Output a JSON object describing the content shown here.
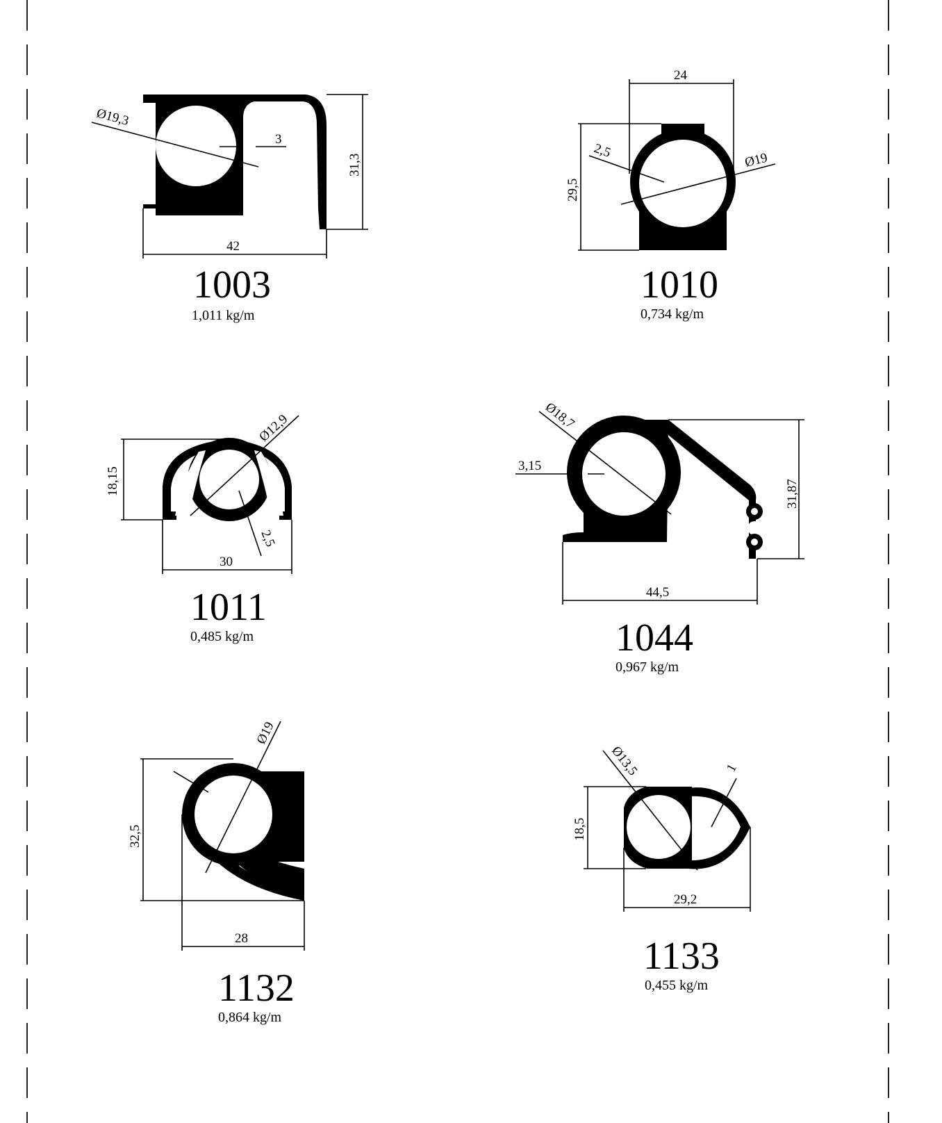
{
  "profiles": [
    {
      "code": "1003",
      "weight": "1,011 kg/m",
      "dims": {
        "diameter": "Ø19,3",
        "wall": "3",
        "height": "31,3",
        "width": "42"
      }
    },
    {
      "code": "1010",
      "weight": "0,734 kg/m",
      "dims": {
        "top": "24",
        "wall": "2,5",
        "diameter": "Ø19",
        "height": "29,5"
      }
    },
    {
      "code": "1011",
      "weight": "0,485 kg/m",
      "dims": {
        "diameter": "Ø12,9",
        "height": "18,15",
        "wall": "2,5",
        "width": "30"
      }
    },
    {
      "code": "1044",
      "weight": "0,967 kg/m",
      "dims": {
        "diameter": "Ø18,7",
        "wall": "3,15",
        "height": "31,87",
        "width": "44,5"
      }
    },
    {
      "code": "1132",
      "weight": "0,864 kg/m",
      "dims": {
        "diameter": "Ø19",
        "height": "32,5",
        "width": "28"
      }
    },
    {
      "code": "1133",
      "weight": "0,455 kg/m",
      "dims": {
        "diameter": "Ø13,5",
        "wall": "1",
        "height": "18,5",
        "width": "29,2"
      }
    }
  ]
}
